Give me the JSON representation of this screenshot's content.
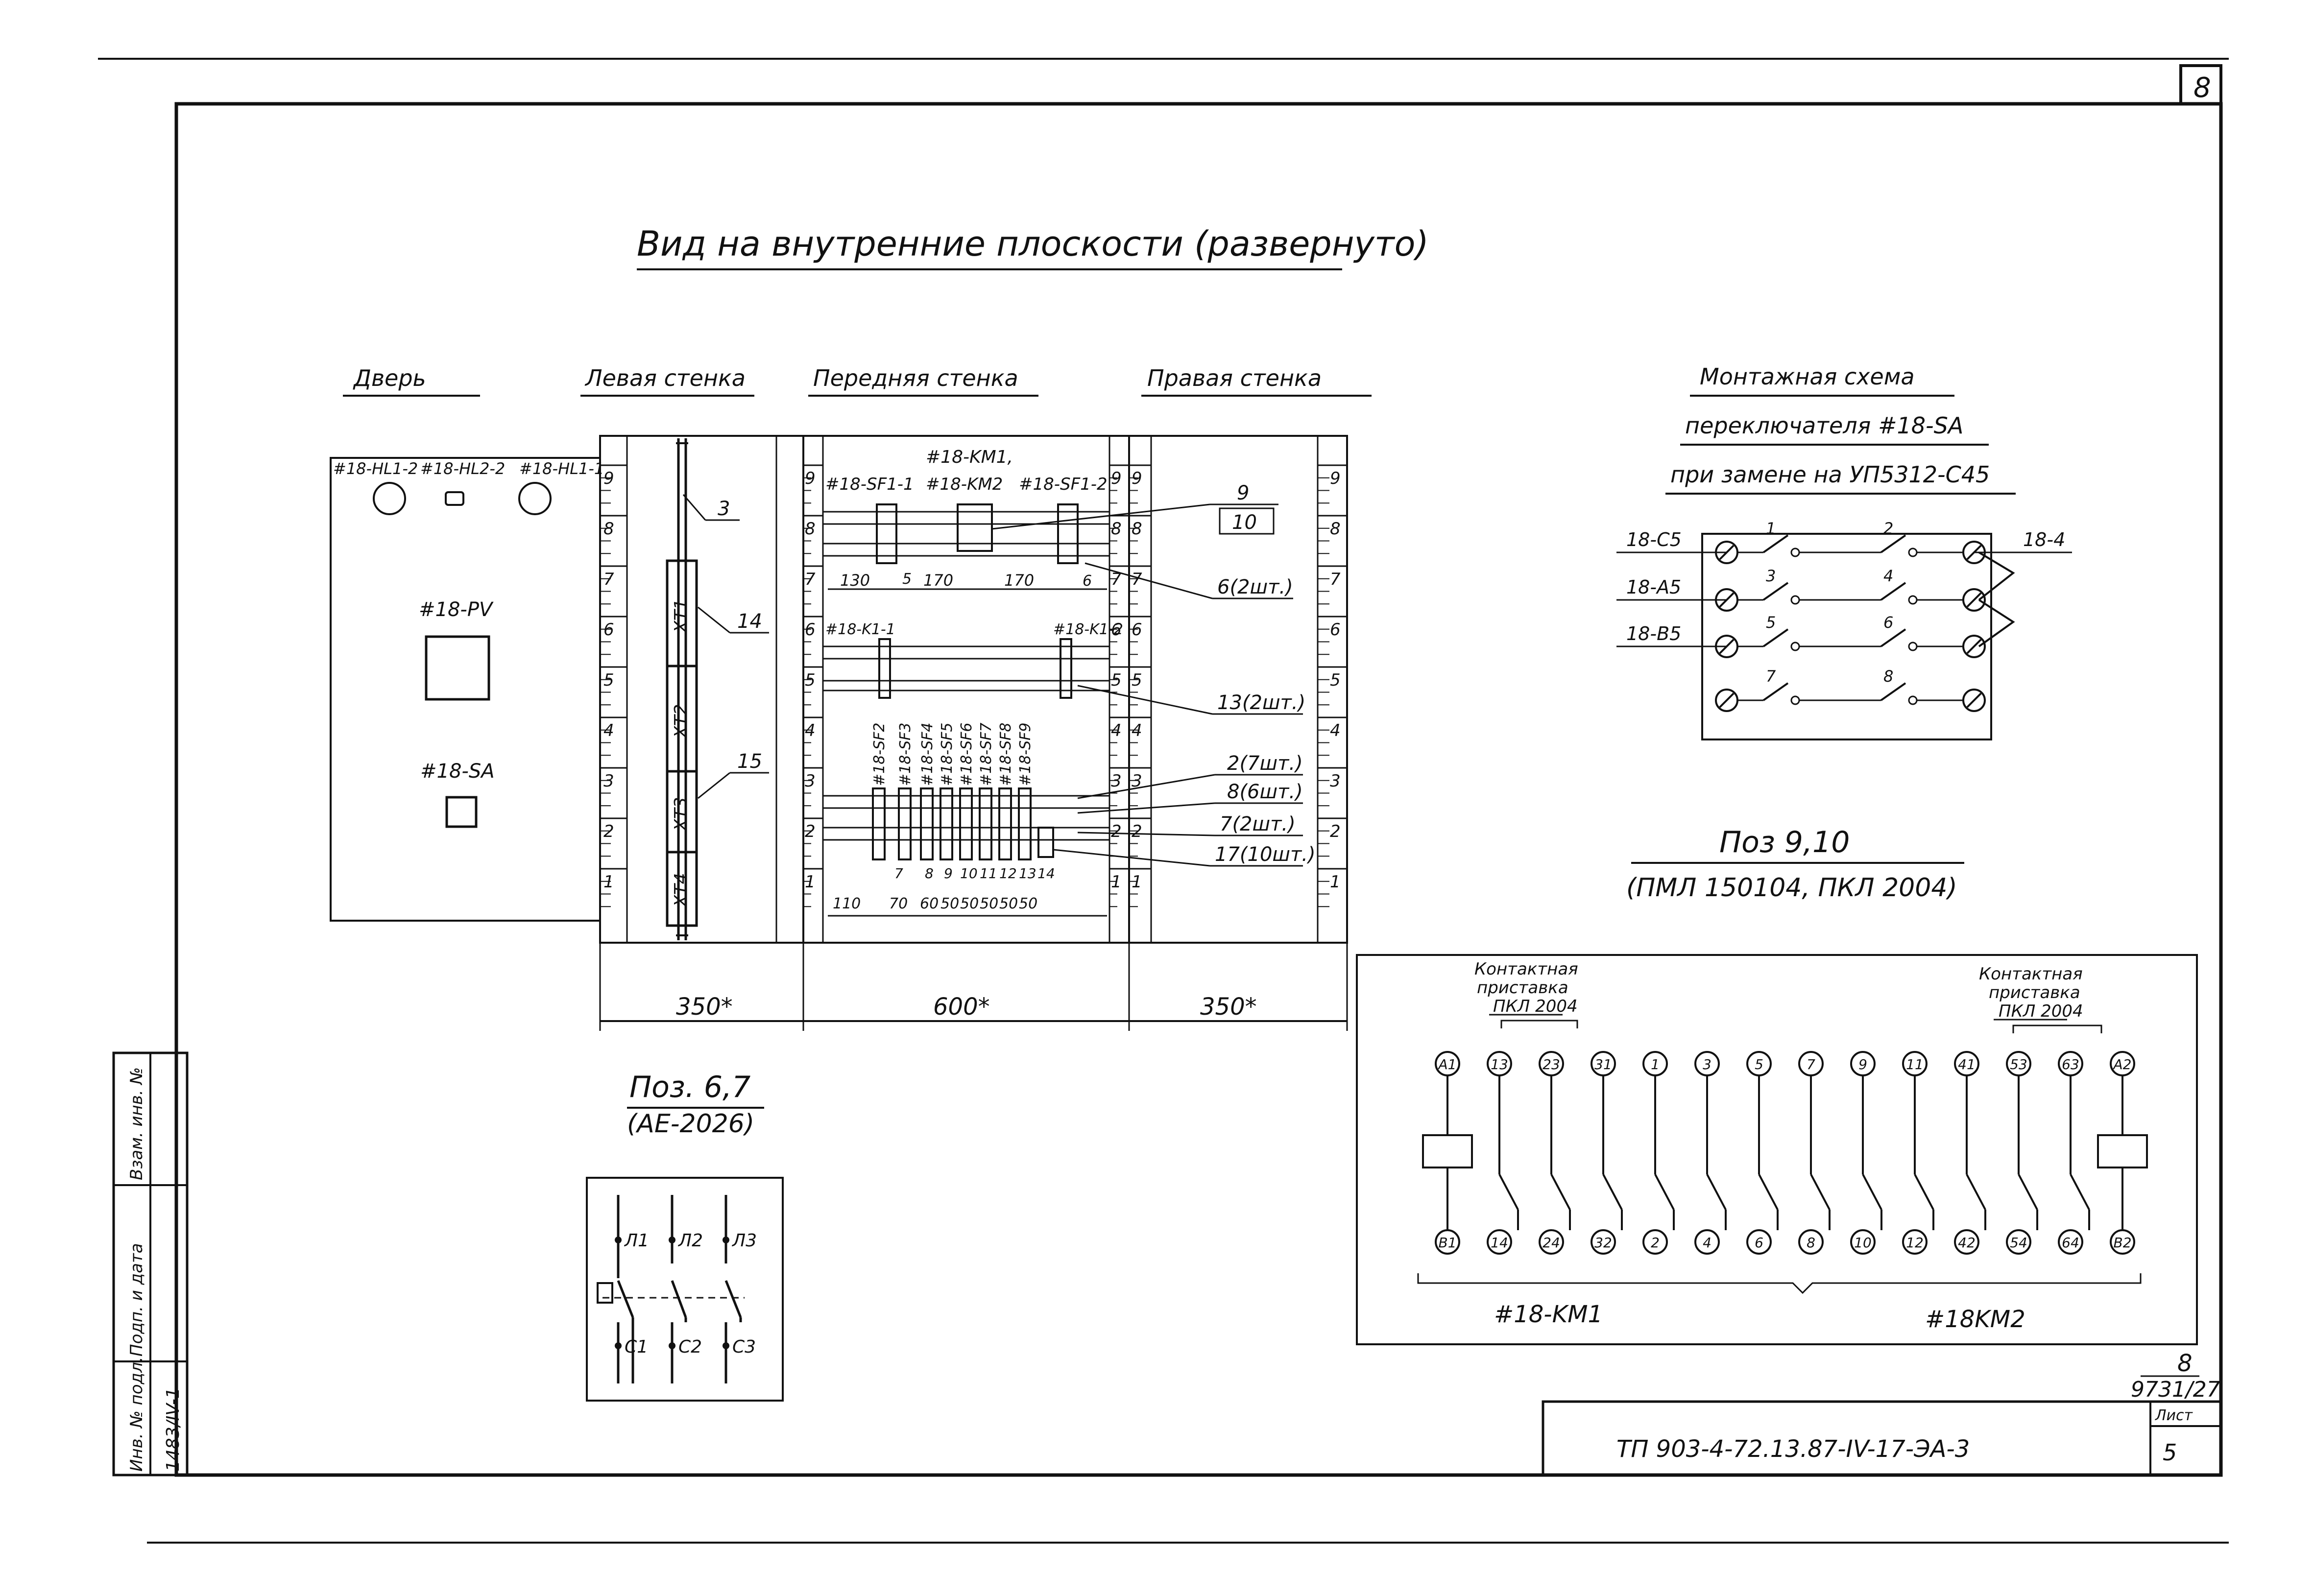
{
  "sheet": {
    "corner_number": "8",
    "title": "Вид на внутренние плоскости (развернуто)",
    "stamp": {
      "code": "ТП 903-4-72.13.87-IV-17-ЭА-3",
      "sheet_label": "Лист",
      "sheet_no": "5",
      "archive_top": "8",
      "archive_bottom": "9731/27"
    },
    "side_stamp": [
      "Инв. № подл.",
      "1483/IV-1",
      "Подп. и дата",
      "Взам. инв. №"
    ]
  },
  "panels": {
    "door": {
      "title": "Дверь",
      "lamps": [
        "#18-HL1-2",
        "#18-HL2-2",
        "#18-HL1-1"
      ],
      "voltmeter": "#18-PV",
      "switch": "#18-SA"
    },
    "left_wall": {
      "title": "Левая стенка",
      "terminal_blocks": [
        "XT1",
        "XT2",
        "XT3",
        "XT4"
      ],
      "callouts": [
        "3",
        "14",
        "15"
      ],
      "width": "350*"
    },
    "front_wall": {
      "title": "Передняя стенка",
      "top_labels": [
        "#18-KM1,",
        "#18-SF1-1",
        "#18-KM2",
        "#18-SF1-2"
      ],
      "relay_labels": [
        "#18-K1-1",
        "#18-K1-2"
      ],
      "breakers": [
        "#18-SF2",
        "#18-SF3",
        "#18-SF4",
        "#18-SF5",
        "#18-SF6",
        "#18-SF7",
        "#18-SF8",
        "#18-SF9"
      ],
      "top_dims": [
        "130",
        "5",
        "170",
        "170",
        "6"
      ],
      "bottom_dims": [
        "110",
        "70",
        "60",
        "50",
        "50",
        "50",
        "50",
        "50"
      ],
      "bottom_nums": [
        "7",
        "8",
        "9",
        "10",
        "11",
        "12",
        "13",
        "14"
      ],
      "width": "600*"
    },
    "right_wall": {
      "title": "Правая стенка",
      "width": "350*"
    },
    "ruler_marks": [
      "9",
      "8",
      "7",
      "6",
      "5",
      "4",
      "3",
      "2",
      "1"
    ],
    "callouts_right": [
      "9",
      "10",
      "6(2шт.)",
      "13(2шт.)",
      "2(7шт.)",
      "8(6шт.)",
      "7(2шт.)",
      "17(10шт.)"
    ]
  },
  "pos67": {
    "title": "Поз. 6,7",
    "subtitle": "(АЕ-2026)",
    "top_labels": [
      "Л1",
      "Л2",
      "Л3"
    ],
    "bottom_labels": [
      "С1",
      "С2",
      "С3"
    ]
  },
  "switch_scheme": {
    "title_lines": [
      "Монтажная схема",
      "переключателя #18-SA",
      "при замене на УП5312-С45"
    ],
    "left_labels": [
      "18-С5",
      "18-А5",
      "18-В5"
    ],
    "right_label": "18-4",
    "contacts": [
      "1",
      "2",
      "3",
      "4",
      "5",
      "6",
      "7",
      "8"
    ]
  },
  "pos910": {
    "title": "Поз 9,10",
    "subtitle": "(ПМЛ 150104, ПКЛ 2004)"
  },
  "contactor_scheme": {
    "attachment_label_lines": [
      "Контактная",
      "приставка",
      "ПКЛ 2004"
    ],
    "top_terminals": [
      "A1",
      "13",
      "23",
      "31",
      "1",
      "3",
      "5",
      "7",
      "9",
      "11",
      "41",
      "53",
      "63",
      "A2"
    ],
    "bottom_terminals": [
      "B1",
      "14",
      "24",
      "32",
      "2",
      "4",
      "6",
      "8",
      "10",
      "12",
      "42",
      "54",
      "64",
      "B2"
    ],
    "group_left": "#18-KM1",
    "group_right": "#18KM2"
  }
}
